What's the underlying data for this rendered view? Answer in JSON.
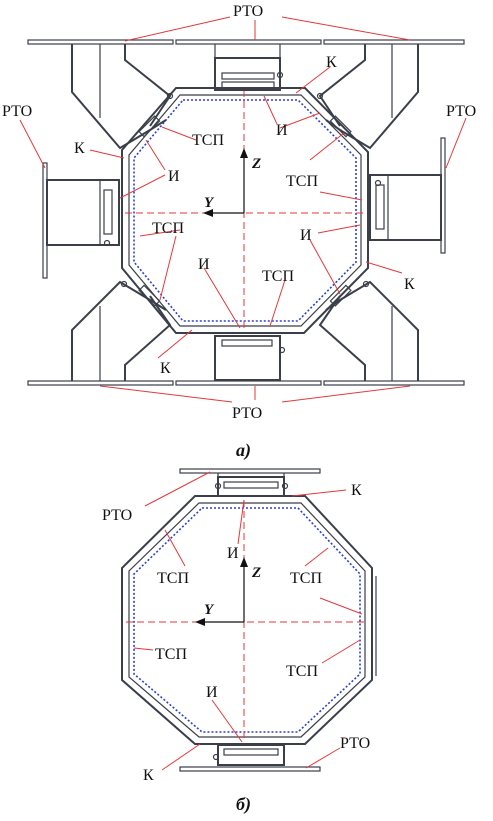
{
  "labels": {
    "rto": "РТО",
    "k": "К",
    "i": "И",
    "tsp": "ТСП",
    "axis_z": "Z",
    "axis_y": "Y"
  },
  "captions": {
    "a": "а)",
    "b": "б)"
  },
  "colors": {
    "structure": "#3a3f4a",
    "leader": "#e23a3a",
    "insulation": "#2b3fd6"
  }
}
